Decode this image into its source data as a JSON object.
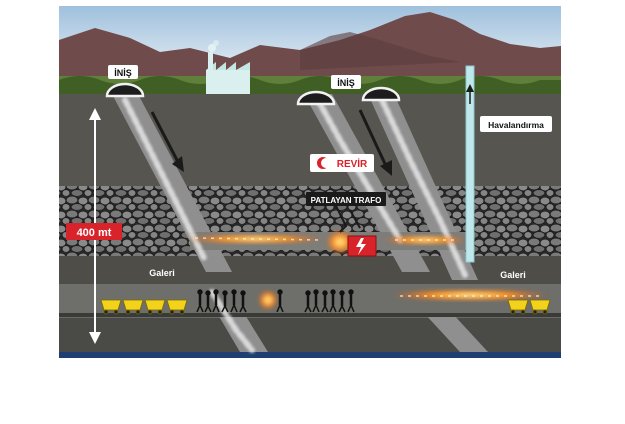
{
  "labels": {
    "entrance_left": "İNİŞ",
    "entrance_right": "İNİŞ",
    "ventilation": "Havalandırma",
    "infirmary": "REVİR",
    "transformer": "PATLAYAN TRAFO",
    "depth": "400 mt",
    "gallery_left": "Galeri",
    "gallery_right": "Galeri"
  },
  "colors": {
    "sky": "#bcd3e6",
    "mountain": "#6b4a4a",
    "grass": "#5f7f3a",
    "rock": "#4c4b48",
    "coal_seam": "#2e2e2e",
    "shaft": "#8f8f8f",
    "fire": "#ff8a1e",
    "depth_badge": "#d9232a",
    "ventilation_pipe": "#bfe8ec",
    "water_bar": "#1f3f73",
    "cart": "#f2d21a"
  },
  "icons": [
    "arrow-down-icon",
    "arrow-up-icon",
    "crescent-icon",
    "lightning-icon",
    "factory-icon",
    "miner-icon",
    "mine-cart-icon"
  ]
}
